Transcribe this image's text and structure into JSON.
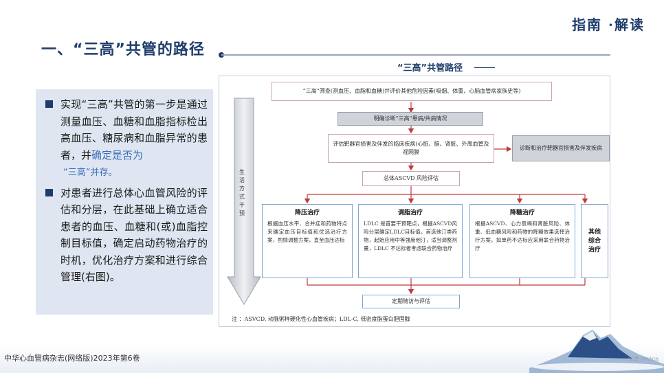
{
  "header": {
    "brand": "指南 ·解读",
    "title": "一、“三高”共管的路径"
  },
  "left_panel": {
    "bullets": [
      {
        "text_main": "实现“三高”共管的第一步是通过测量血压、血糖和血脂指标检出高血压、糖尿病和血脂异常的患者，并",
        "text_highlight": "确定是否为",
        "text_highlight2": "“三高”并存。"
      },
      {
        "text_main": "对患者进行总体心血管风险的评估和分层，在此基础上确立适合患者的血压、血糖和(或)血脂控制目标值，确定启动药物治疗的时机，优化治疗方案和进行综合管理(右图)。"
      }
    ]
  },
  "flowchart": {
    "title": "“三高”共管路径",
    "box_screening": "“三高”筛查(测血压、血脂和血糖)并评价其他危险因素(吸烟、体重、心脑血管病家族史等)",
    "box_diagnosis": "明确诊断“三高”患病/共病情况",
    "box_target_organ": "评估靶器官损害及伴发的临床疾病(心脏、脑、肾脏、外周血管及视网膜",
    "box_target_organ_treat": "诊断和治疗靶器官损害及伴发疾病",
    "box_risk": "总体ASCVD 风险评估",
    "side_label": "生活方式干预",
    "treatments": [
      {
        "title": "降压治疗",
        "body": "根据血压水平、合并症和药物特点来确定血压目标值和优选治疗方案，酌情调整方案，直至血压达标"
      },
      {
        "title": "调脂治疗",
        "body": "LDLC 是首要干预靶点，根据ASCVD风险分层确定LDLC目标值。首选他汀类药物，起始应用中等强度他汀，适当调整剂量，LDLC 不达标者考虑联合药物治疗"
      },
      {
        "title": "降糖治疗",
        "body": "根据ASCVD、心力衰竭和肾脏风险、体重、低血糖风险和药物的降糖效果选择治疗方案。如单药不达标应采用联合药物治疗"
      },
      {
        "title": "其他综合治疗",
        "body": ""
      }
    ],
    "box_followup": "定期随访与评估",
    "footnote": "注 ：ASVCD,    动脉粥样硬化性心血管疾病；LDL-C,   低密度脂蛋白胆固醇"
  },
  "footer": {
    "journal": "中华心血管病杂志(网络版)2023年第6卷",
    "watermark": "认真 revion"
  },
  "colors": {
    "accent": "#1f3d6b",
    "panel_bg": "#dfe6f1",
    "highlight": "#3a6fb8",
    "arrow_red": "#c0393b"
  }
}
